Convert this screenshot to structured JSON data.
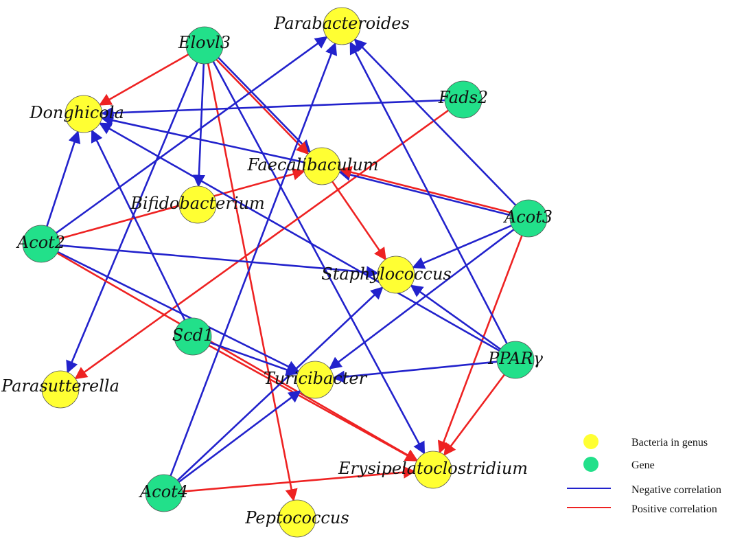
{
  "colors": {
    "bacteria": "#ffff33",
    "gene": "#22e08a",
    "negative": "#2222cc",
    "positive": "#ee2222"
  },
  "nodes": [
    {
      "id": "Elovl3",
      "label": "Elovl3",
      "kind": "gene"
    },
    {
      "id": "Parabacteroides",
      "label": "Parabacteroides",
      "kind": "bacteria"
    },
    {
      "id": "Fads2",
      "label": "Fads2",
      "kind": "gene"
    },
    {
      "id": "Donghicola",
      "label": "Donghicola",
      "kind": "bacteria"
    },
    {
      "id": "Faecalibaculum",
      "label": "Faecalibaculum",
      "kind": "bacteria"
    },
    {
      "id": "Bifidobacterium",
      "label": "Bifidobacterium",
      "kind": "bacteria"
    },
    {
      "id": "Acot3",
      "label": "Acot3",
      "kind": "gene"
    },
    {
      "id": "Acot2",
      "label": "Acot2",
      "kind": "gene"
    },
    {
      "id": "Staphylococcus",
      "label": "Staphylococcus",
      "kind": "bacteria"
    },
    {
      "id": "Scd1",
      "label": "Scd1",
      "kind": "gene"
    },
    {
      "id": "PPARy",
      "label": "PPARγ",
      "kind": "gene"
    },
    {
      "id": "Turicibacter",
      "label": "Turicibacter",
      "kind": "bacteria"
    },
    {
      "id": "Parasutterella",
      "label": "Parasutterella",
      "kind": "bacteria"
    },
    {
      "id": "Erysipelatoclostridium",
      "label": "Erysipelatoclostridium",
      "kind": "bacteria"
    },
    {
      "id": "Acot4",
      "label": "Acot4",
      "kind": "gene"
    },
    {
      "id": "Peptococcus",
      "label": "Peptococcus",
      "kind": "bacteria"
    }
  ],
  "edges": [
    {
      "source": "Elovl3",
      "target": "Donghicola",
      "sign": "positive"
    },
    {
      "source": "Elovl3",
      "target": "Bifidobacterium",
      "sign": "negative"
    },
    {
      "source": "Elovl3",
      "target": "Faecalibaculum",
      "sign": "negative"
    },
    {
      "source": "Elovl3",
      "target": "Faecalibaculum",
      "sign": "positive"
    },
    {
      "source": "Elovl3",
      "target": "Parasutterella",
      "sign": "negative"
    },
    {
      "source": "Elovl3",
      "target": "Peptococcus",
      "sign": "positive"
    },
    {
      "source": "Elovl3",
      "target": "Erysipelatoclostridium",
      "sign": "negative"
    },
    {
      "source": "Fads2",
      "target": "Donghicola",
      "sign": "negative"
    },
    {
      "source": "Fads2",
      "target": "Parasutterella",
      "sign": "positive"
    },
    {
      "source": "Acot2",
      "target": "Donghicola",
      "sign": "negative"
    },
    {
      "source": "Acot2",
      "target": "Parabacteroides",
      "sign": "negative"
    },
    {
      "source": "Acot2",
      "target": "Faecalibaculum",
      "sign": "positive"
    },
    {
      "source": "Acot2",
      "target": "Staphylococcus",
      "sign": "negative"
    },
    {
      "source": "Acot2",
      "target": "Turicibacter",
      "sign": "negative"
    },
    {
      "source": "Acot2",
      "target": "Erysipelatoclostridium",
      "sign": "positive"
    },
    {
      "source": "Scd1",
      "target": "Donghicola",
      "sign": "negative"
    },
    {
      "source": "Scd1",
      "target": "Turicibacter",
      "sign": "negative"
    },
    {
      "source": "Scd1",
      "target": "Erysipelatoclostridium",
      "sign": "positive"
    },
    {
      "source": "Acot3",
      "target": "Parabacteroides",
      "sign": "negative"
    },
    {
      "source": "Acot3",
      "target": "Faecalibaculum",
      "sign": "negative"
    },
    {
      "source": "Acot3",
      "target": "Faecalibaculum",
      "sign": "positive"
    },
    {
      "source": "Acot3",
      "target": "Staphylococcus",
      "sign": "negative"
    },
    {
      "source": "Acot3",
      "target": "Turicibacter",
      "sign": "negative"
    },
    {
      "source": "Acot3",
      "target": "Erysipelatoclostridium",
      "sign": "positive"
    },
    {
      "source": "PPARy",
      "target": "Parabacteroides",
      "sign": "negative"
    },
    {
      "source": "PPARy",
      "target": "Donghicola",
      "sign": "negative"
    },
    {
      "source": "PPARy",
      "target": "Staphylococcus",
      "sign": "negative"
    },
    {
      "source": "PPARy",
      "target": "Turicibacter",
      "sign": "negative"
    },
    {
      "source": "PPARy",
      "target": "Erysipelatoclostridium",
      "sign": "positive"
    },
    {
      "source": "Acot4",
      "target": "Parabacteroides",
      "sign": "negative"
    },
    {
      "source": "Acot4",
      "target": "Staphylococcus",
      "sign": "negative"
    },
    {
      "source": "Acot4",
      "target": "Turicibacter",
      "sign": "negative"
    },
    {
      "source": "Acot4",
      "target": "Erysipelatoclostridium",
      "sign": "positive"
    },
    {
      "source": "Faecalibaculum",
      "target": "Donghicola",
      "sign": "negative"
    },
    {
      "source": "Faecalibaculum",
      "target": "Staphylococcus",
      "sign": "positive"
    }
  ],
  "legend": [
    {
      "kind": "bacteria-dot",
      "label": "Bacteria in genus"
    },
    {
      "kind": "gene-dot",
      "label": "Gene"
    },
    {
      "kind": "negative-line",
      "label": "Negative correlation"
    },
    {
      "kind": "positive-line",
      "label": "Positive correlation"
    }
  ]
}
